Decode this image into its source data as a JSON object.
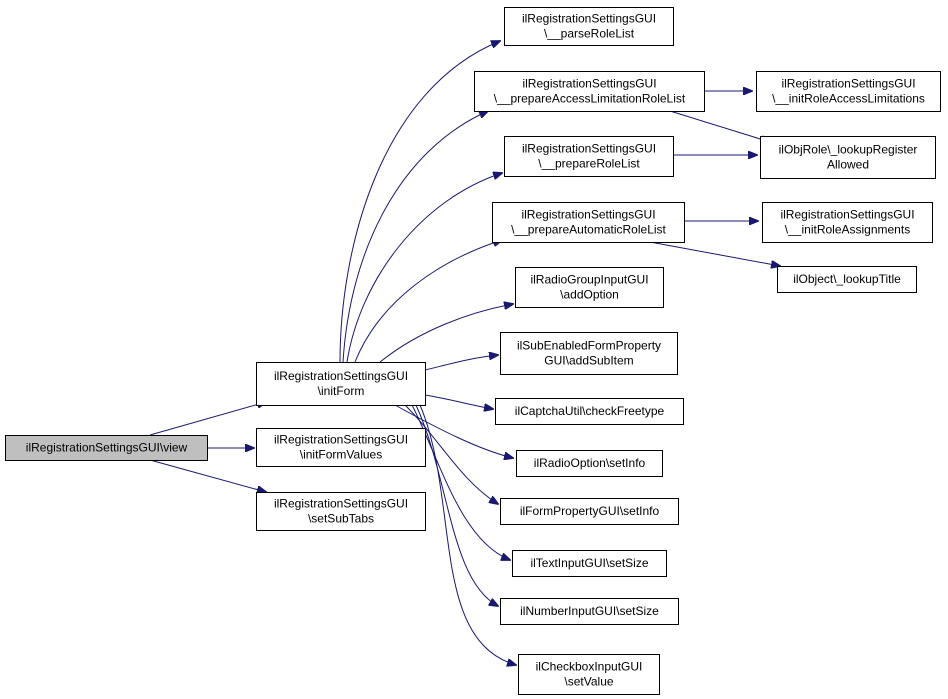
{
  "nodes": {
    "view": {
      "lines": [
        "ilRegistrationSettingsGUI\\view"
      ],
      "root": true
    },
    "initForm": {
      "lines": [
        "ilRegistrationSettingsGUI",
        "\\initForm"
      ]
    },
    "initFormValues": {
      "lines": [
        "ilRegistrationSettingsGUI",
        "\\initFormValues"
      ]
    },
    "setSubTabs": {
      "lines": [
        "ilRegistrationSettingsGUI",
        "\\setSubTabs"
      ]
    },
    "parseRoleList": {
      "lines": [
        "ilRegistrationSettingsGUI",
        "\\__parseRoleList"
      ]
    },
    "prepareAccessLimitationRoleList": {
      "lines": [
        "ilRegistrationSettingsGUI",
        "\\__prepareAccessLimitationRoleList"
      ]
    },
    "prepareRoleList": {
      "lines": [
        "ilRegistrationSettingsGUI",
        "\\__prepareRoleList"
      ]
    },
    "prepareAutomaticRoleList": {
      "lines": [
        "ilRegistrationSettingsGUI",
        "\\__prepareAutomaticRoleList"
      ]
    },
    "addOption": {
      "lines": [
        "ilRadioGroupInputGUI",
        "\\addOption"
      ]
    },
    "addSubItem": {
      "lines": [
        "ilSubEnabledFormProperty",
        "GUI\\addSubItem"
      ]
    },
    "checkFreetype": {
      "lines": [
        "ilCaptchaUtil\\checkFreetype"
      ]
    },
    "radioSetInfo": {
      "lines": [
        "ilRadioOption\\setInfo"
      ]
    },
    "formPropSetInfo": {
      "lines": [
        "ilFormPropertyGUI\\setInfo"
      ]
    },
    "textSetSize": {
      "lines": [
        "ilTextInputGUI\\setSize"
      ]
    },
    "numberSetSize": {
      "lines": [
        "ilNumberInputGUI\\setSize"
      ]
    },
    "checkboxSetValue": {
      "lines": [
        "ilCheckboxInputGUI",
        "\\setValue"
      ]
    },
    "initRoleAccessLimitations": {
      "lines": [
        "ilRegistrationSettingsGUI",
        "\\__initRoleAccessLimitations"
      ]
    },
    "lookupRegisterAllowed": {
      "lines": [
        "ilObjRole\\_lookupRegister",
        "Allowed"
      ]
    },
    "initRoleAssignments": {
      "lines": [
        "ilRegistrationSettingsGUI",
        "\\__initRoleAssignments"
      ]
    },
    "lookupTitle": {
      "lines": [
        "ilObject\\_lookupTitle"
      ]
    }
  },
  "edges": [
    [
      "view",
      "initForm"
    ],
    [
      "view",
      "initFormValues"
    ],
    [
      "view",
      "setSubTabs"
    ],
    [
      "initForm",
      "parseRoleList"
    ],
    [
      "initForm",
      "prepareAccessLimitationRoleList"
    ],
    [
      "initForm",
      "prepareRoleList"
    ],
    [
      "initForm",
      "prepareAutomaticRoleList"
    ],
    [
      "initForm",
      "addOption"
    ],
    [
      "initForm",
      "addSubItem"
    ],
    [
      "initForm",
      "checkFreetype"
    ],
    [
      "initForm",
      "radioSetInfo"
    ],
    [
      "initForm",
      "formPropSetInfo"
    ],
    [
      "initForm",
      "textSetSize"
    ],
    [
      "initForm",
      "numberSetSize"
    ],
    [
      "initForm",
      "checkboxSetValue"
    ],
    [
      "prepareAccessLimitationRoleList",
      "initRoleAccessLimitations"
    ],
    [
      "prepareAccessLimitationRoleList",
      "lookupRegisterAllowed"
    ],
    [
      "prepareRoleList",
      "lookupRegisterAllowed"
    ],
    [
      "prepareAutomaticRoleList",
      "initRoleAssignments"
    ],
    [
      "prepareAutomaticRoleList",
      "lookupTitle"
    ]
  ],
  "colors": {
    "edge": "#191970",
    "root_fill": "#bfbfbf",
    "node_fill": "#ffffff",
    "node_border": "#000000"
  }
}
